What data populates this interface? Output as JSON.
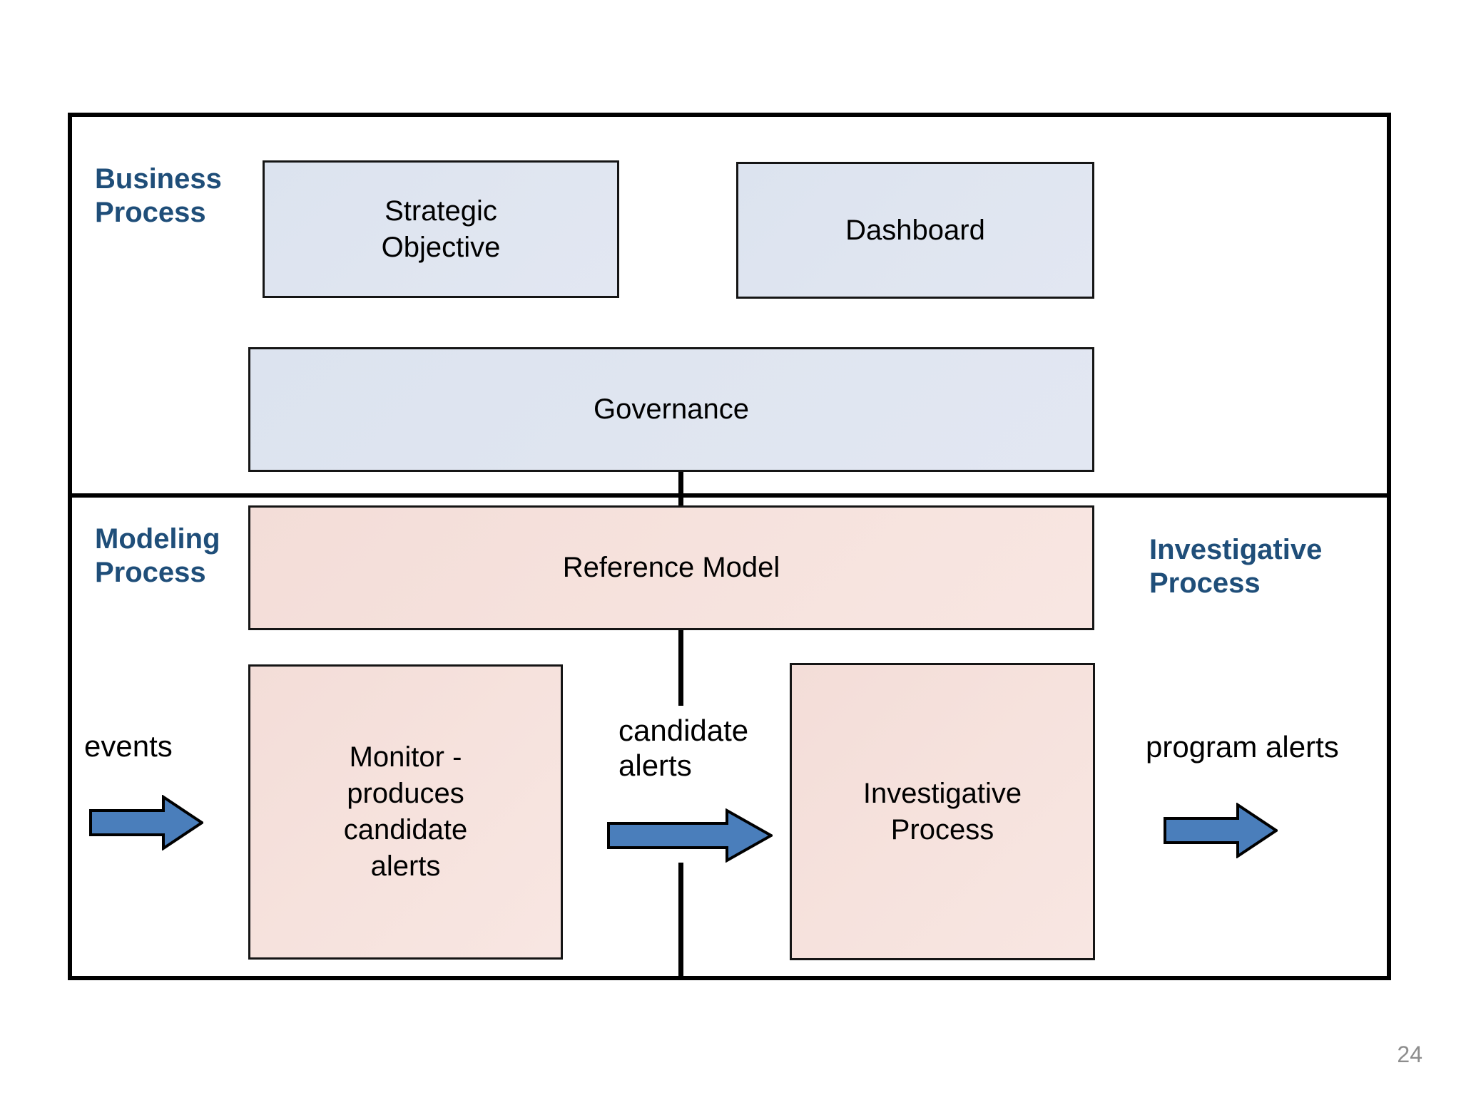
{
  "slide": {
    "page_number": "24",
    "background_color": "#ffffff"
  },
  "colors": {
    "lane_label_blue": "#1F4E79",
    "blue_box_fill": "#DCE3EF",
    "pink_box_fill": "#F4DFDA",
    "box_border": "#151515",
    "frame_border": "#000000",
    "arrow_fill": "#4A7EBB",
    "arrow_stroke": "#000000",
    "page_number_color": "#8D8D8D"
  },
  "lanes": [
    {
      "id": "business",
      "label": "Business\nProcess"
    },
    {
      "id": "modeling",
      "label": "Modeling\nProcess"
    },
    {
      "id": "investigative",
      "label": "Investigative\nProcess"
    }
  ],
  "nodes": {
    "strategic_objective": "Strategic\nObjective",
    "dashboard": "Dashboard",
    "governance": "Governance",
    "reference_model": "Reference Model",
    "monitor": "Monitor -\nproduces\ncandidate\nalerts",
    "investigative_process": "Investigative\nProcess"
  },
  "flow_labels": {
    "events": "events",
    "candidate_alerts": "candidate\nalerts",
    "program_alerts": "program alerts"
  },
  "arrows": [
    {
      "id": "events-arrow",
      "label": "events",
      "direction": "right"
    },
    {
      "id": "candidate-alerts-arrow",
      "label": "candidate alerts",
      "direction": "right"
    },
    {
      "id": "program-alerts-arrow",
      "label": "program alerts",
      "direction": "right"
    }
  ]
}
